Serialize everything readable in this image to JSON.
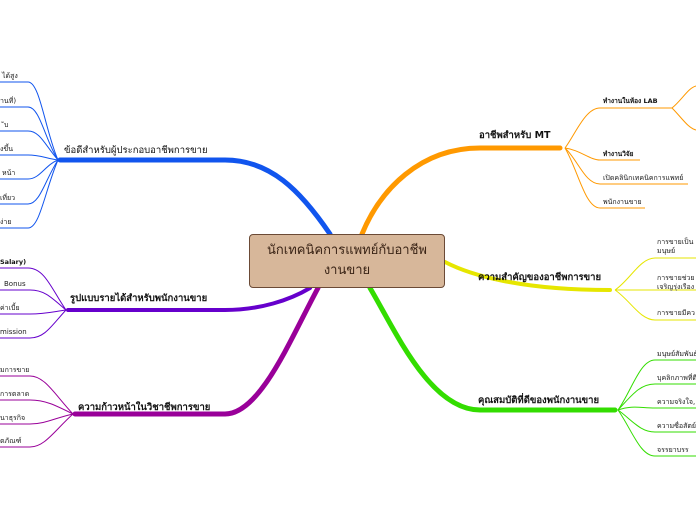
{
  "central": "นักเทคนิคการแพทย์กับอาชีพงานขาย",
  "branches": {
    "careers": {
      "title": "อาชีพสำหรับ MT",
      "color": "#ff9900",
      "items": [
        "ทำงานในห้อง LAB",
        "ทำงานวิจัย",
        "เปิดคลินิกเทคนิคการแพทย์",
        "พนักงานขาย"
      ]
    },
    "importance": {
      "title": "ความสำคัญของอาชีพการขาย",
      "color": "#e6e600",
      "items": [
        "การขายเป็น\nมนุษย์",
        "การขายช่วย\nเจริญรุ่งเรือง",
        "การขายมีคว"
      ]
    },
    "qualities": {
      "title": "คุณสมบัติที่ดีของพนักงานขาย",
      "color": "#33dd00",
      "items": [
        "มนุษย์สัมพันธ์",
        "บุคลิกภาพที่ดี",
        "ความจริงใจ,",
        "ความซื่อสัตย์",
        "จรรยาบรร"
      ]
    },
    "advantages": {
      "title": "ข้อดีสำหรับผู้ประกอบอาชีพการขาย",
      "color": "#1155ee",
      "items": [
        "ได้สูง",
        "านที่)",
        "ับ",
        "ุงขึ้น",
        "หน้า",
        "เที่ยว",
        "ง่าย"
      ]
    },
    "salary": {
      "title": "รูปแบบรายได้สำหรับพนักงานขาย",
      "color": "#6600cc",
      "items": [
        "Salary)",
        "Bonus",
        "ค่าเบี้ย",
        "mission"
      ]
    },
    "progress": {
      "title": "ความก้าวหน้าในวิชาชีพการขาย",
      "color": "#990099",
      "items": [
        "มการขาย",
        "การตลาด",
        "นาธุรกิจ",
        "ตภัณฑ์"
      ]
    }
  }
}
